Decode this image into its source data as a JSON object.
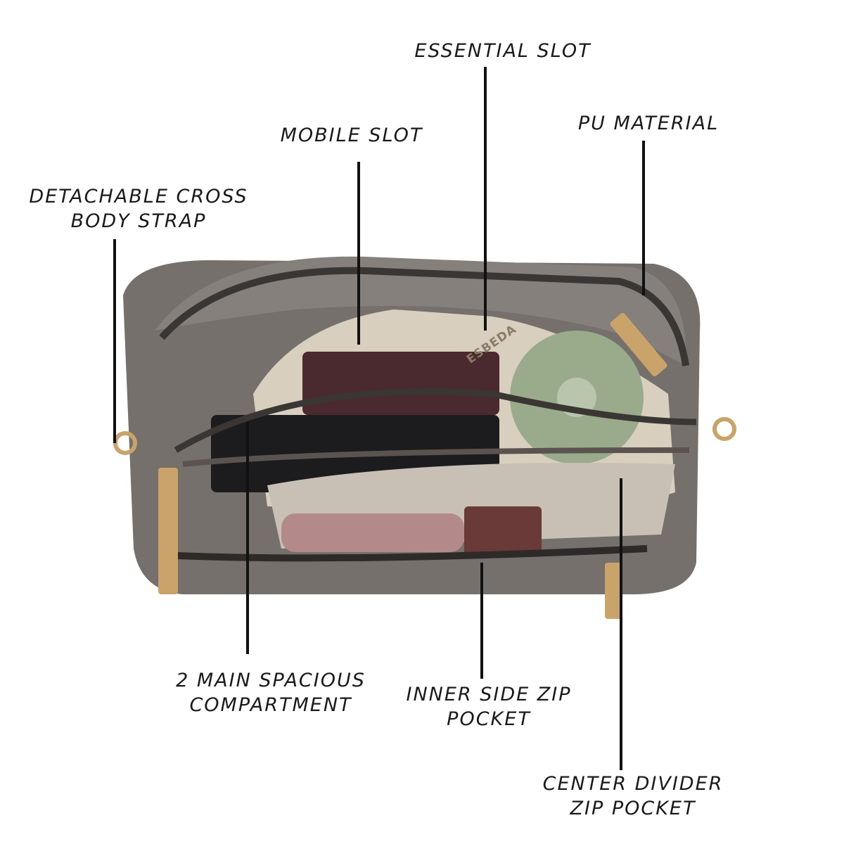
{
  "callouts": {
    "essential_slot": "ESSENTIAL SLOT",
    "mobile_slot": "MOBILE SLOT",
    "pu_material": "PU MATERIAL",
    "strap_line1": "DETACHABLE CROSS",
    "strap_line2": "BODY STRAP",
    "main_line1": "2 MAIN SPACIOUS",
    "main_line2": "COMPARTMENT",
    "inner_line1": "INNER SIDE ZIP",
    "inner_line2": "POCKET",
    "center_line1": "CENTER DIVIDER",
    "center_line2": "ZIP POCKET"
  },
  "brand_text": "ESBEDA",
  "colors": {
    "bag": "#76706d",
    "lining": "#d9cfbf",
    "zipper": "#3a3634",
    "hardware": "#c9a36a",
    "bottle": "#9aab8c"
  }
}
